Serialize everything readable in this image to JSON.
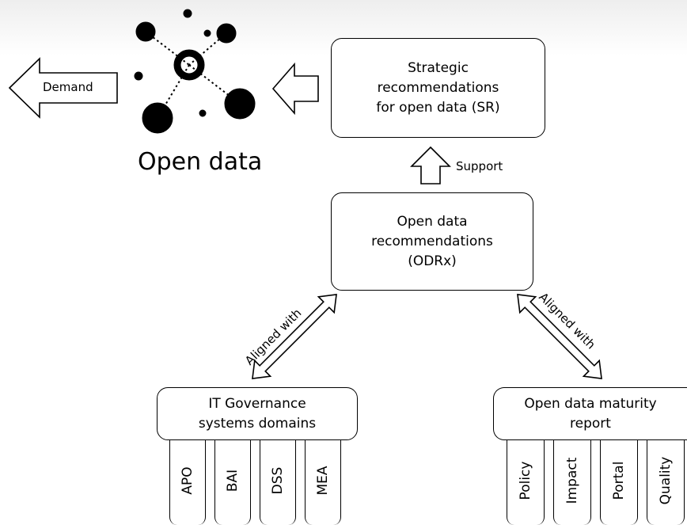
{
  "logo": {
    "caption": "Open data",
    "icon": "open-data-network-icon"
  },
  "demand_label": "Demand",
  "strategic_box": {
    "lines": [
      "Strategic",
      "recommendations",
      "for open data (SR)"
    ]
  },
  "support_label": "Support",
  "odr_box": {
    "lines": [
      "Open data",
      "recommendations",
      "(ODRx)"
    ]
  },
  "aligned_left": "Aligned with",
  "aligned_right": "Aligned with",
  "itg_box": {
    "lines": [
      "IT Governance",
      "systems domains"
    ],
    "domains": [
      "APO",
      "BAI",
      "DSS",
      "MEA"
    ]
  },
  "odm_box": {
    "lines": [
      "Open data maturity",
      "report"
    ],
    "dimensions": [
      "Policy",
      "Impact",
      "Portal",
      "Quality"
    ]
  },
  "colors": {
    "stroke": "#000000",
    "fill": "#ffffff",
    "background_top": "#f4f4f4"
  }
}
